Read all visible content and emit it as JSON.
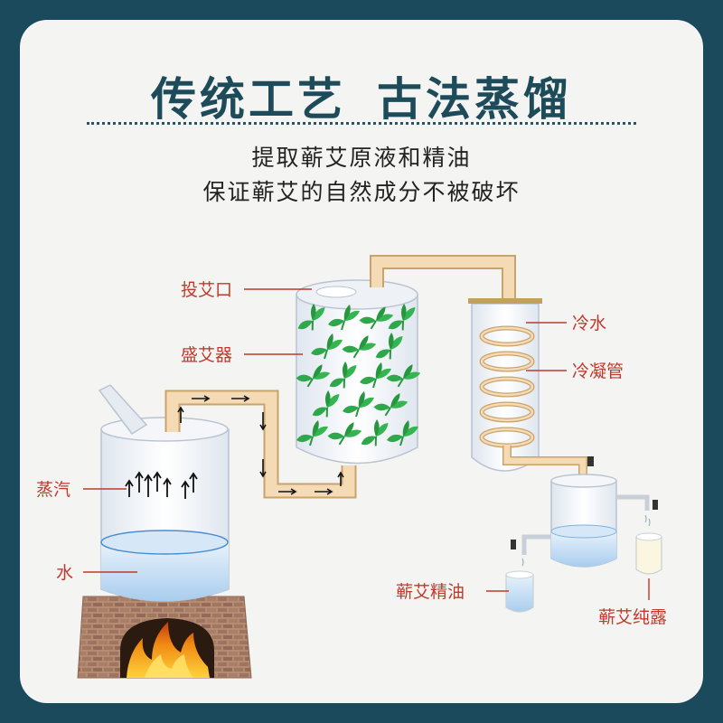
{
  "title": {
    "left": "传统工艺",
    "right": "古法蒸馏"
  },
  "subtitle": {
    "line1": "提取蕲艾原液和精油",
    "line2": "保证蕲艾的自然成分不被破坏"
  },
  "labels": {
    "inlet": "投艾口",
    "container": "盛艾器",
    "steam": "蒸汽",
    "water": "水",
    "cold_water": "冷水",
    "condenser": "冷凝管",
    "essential_oil": "蕲艾精油",
    "hydrosol": "蕲艾纯露"
  },
  "colors": {
    "border": "#1b4a5c",
    "title": "#1d4b5a",
    "label": "#c0392b",
    "pipe": "#e6c98e",
    "water": "#bcd8f1",
    "leaf": "#2ea84a",
    "fire": "#f08a14",
    "brick": "#a07860"
  },
  "icons": [
    "arrow-up-icon",
    "arrow-right-icon",
    "arrow-down-icon",
    "leaf-icon",
    "fire-icon",
    "valve-icon"
  ]
}
